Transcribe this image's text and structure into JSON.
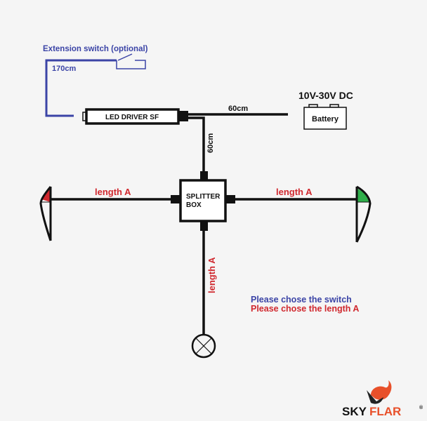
{
  "colors": {
    "blue": "#3b44a6",
    "red": "#d0282e",
    "green": "#2fae4a",
    "wire": "#111111",
    "logo_orange": "#e8502a"
  },
  "extension": {
    "title": "Extension switch (optional)",
    "length": "170cm"
  },
  "driver": {
    "label": "LED DRIVER SF",
    "out_length": "60cm",
    "down_length": "60cm"
  },
  "battery": {
    "voltage": "10V-30V DC",
    "label": "Battery"
  },
  "splitter": {
    "line1": "SPLITTER",
    "line2": "BOX"
  },
  "branches": {
    "left": "length A",
    "right": "length A",
    "bottom": "length A"
  },
  "notes": {
    "switch": "Please chose the switch",
    "length": "Please chose the length A"
  },
  "logo": {
    "part1": "SKY",
    "part2": "FLAR",
    "mark": "®"
  }
}
